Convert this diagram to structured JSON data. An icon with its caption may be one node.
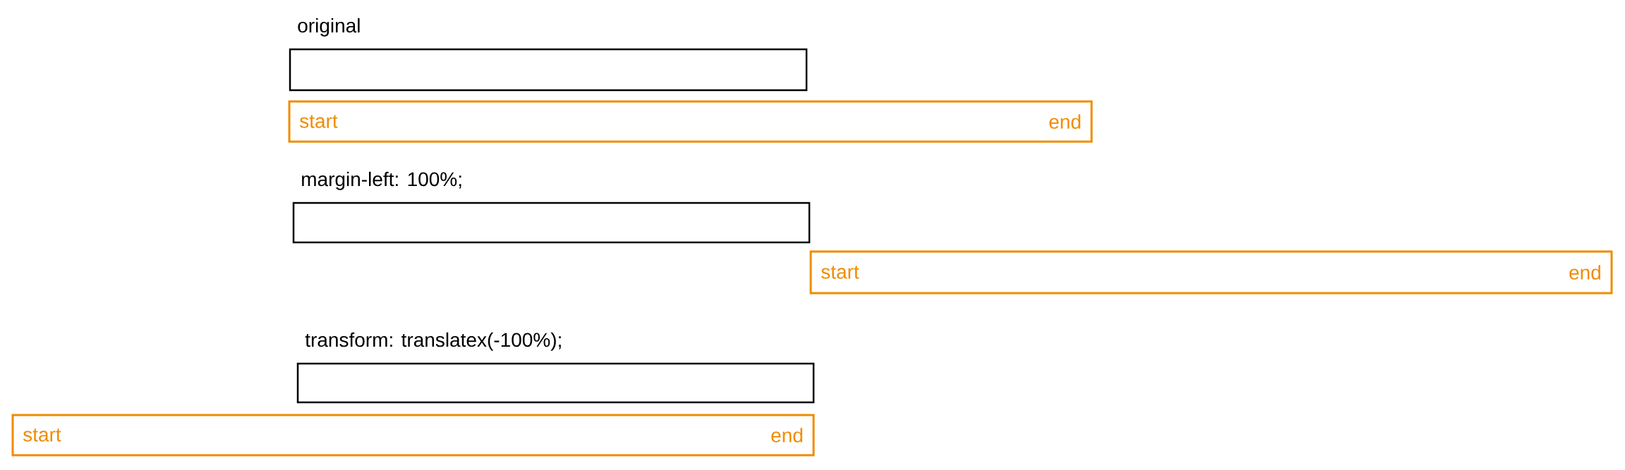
{
  "diagram": {
    "nodes": [
      {
        "text": [
          "original"
        ]
      },
      {
        "text": [
          "start",
          "end"
        ]
      },
      {
        "text": [
          "margin-left: 100%;"
        ]
      },
      {
        "text": [
          "start",
          "end"
        ]
      },
      {
        "text": [
          "transform: translatex(-100%);"
        ]
      },
      {
        "text": [
          "start",
          "end"
        ]
      }
    ]
  }
}
